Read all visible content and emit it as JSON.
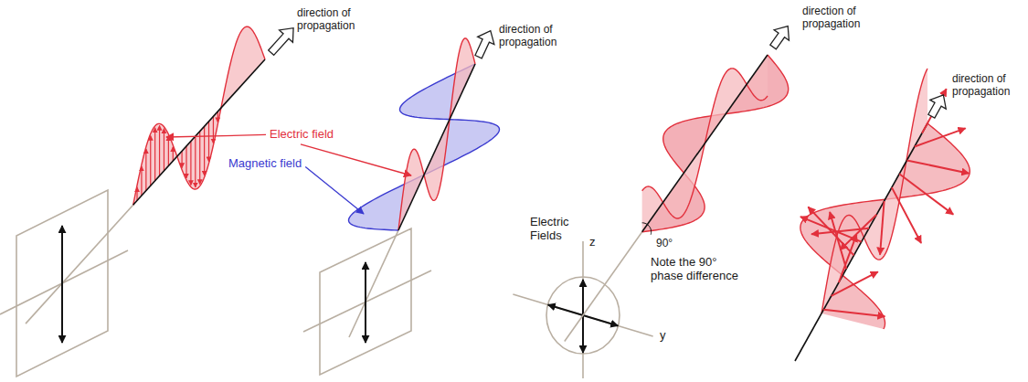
{
  "diagram": {
    "labels": [
      "direction of propagation",
      "Electric field",
      "Magnetic field",
      "direction of propagation",
      "direction of propagation",
      "90°",
      "Electric Fields",
      "z",
      "Note the 90° phase difference",
      "y",
      "direction of propagation"
    ]
  }
}
